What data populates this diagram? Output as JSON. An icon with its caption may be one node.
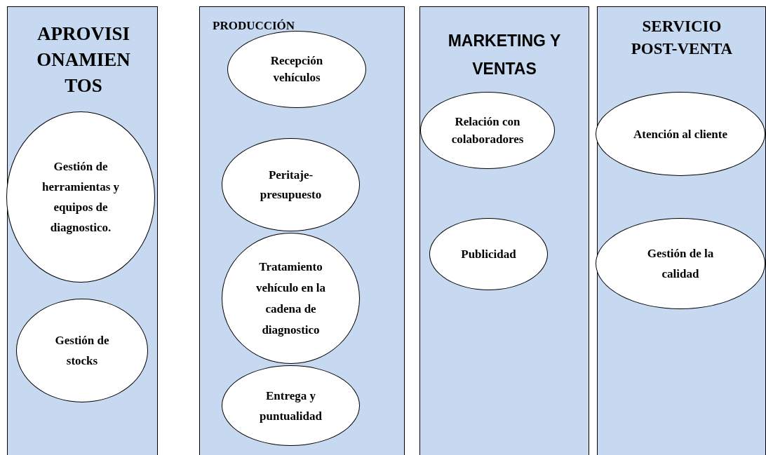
{
  "diagram": {
    "nodes": [
      {
        "text": [
          "APROVISIONAMIENTOS"
        ]
      },
      {
        "text": [
          "Gestión de herramientas y equipos de diagnostico."
        ],
        "in": 0
      },
      {
        "text": [
          "Gestión de stocks"
        ],
        "in": 0
      },
      {
        "text": [
          "PRODUCCIÓN"
        ]
      },
      {
        "text": [
          "Recepción vehículos"
        ],
        "in": 3
      },
      {
        "text": [
          "Peritaje-presupuesto"
        ],
        "in": 3
      },
      {
        "text": [
          "Tratamiento vehículo en la cadena de diagnostico"
        ],
        "in": 3
      },
      {
        "text": [
          "Entrega y puntualidad"
        ],
        "in": 3
      },
      {
        "text": [
          "MARKETING Y VENTAS"
        ]
      },
      {
        "text": [
          "Relación con colaboradores"
        ],
        "in": 8
      },
      {
        "text": [
          "Publicidad"
        ],
        "in": 8
      },
      {
        "text": [
          "SERVICIO POST-VENTA"
        ]
      },
      {
        "text": [
          "Atención al cliente"
        ],
        "in": 11
      },
      {
        "text": [
          "Gestión de la calidad"
        ],
        "in": 11
      }
    ]
  }
}
